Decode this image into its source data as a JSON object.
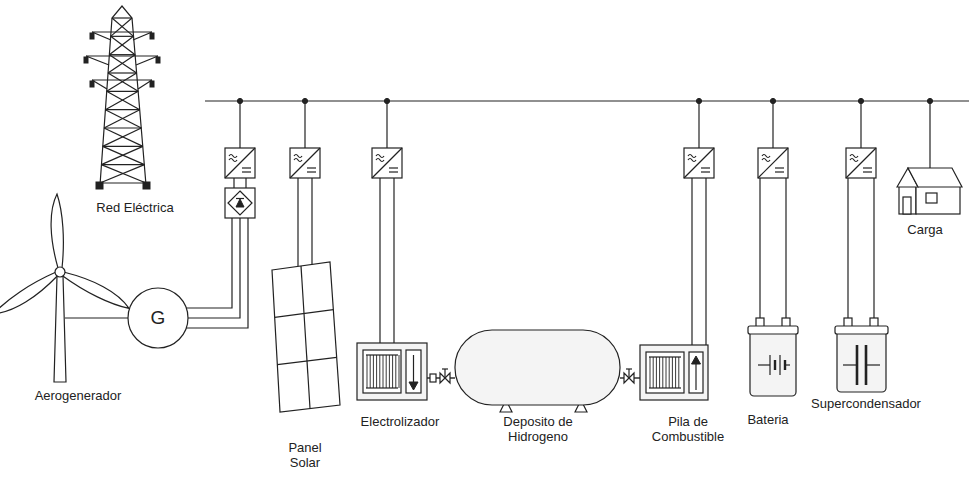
{
  "diagram": {
    "nodes": [
      {
        "text": [
          "Red Eléctrica"
        ]
      },
      {
        "text": [
          "Aerogenerador"
        ]
      },
      {
        "text": [
          "Panel Solar"
        ]
      },
      {
        "text": [
          "Electrolizador"
        ]
      },
      {
        "text": [
          "Deposito de Hidrogeno"
        ]
      },
      {
        "text": [
          "Pila de Combustible"
        ]
      },
      {
        "text": [
          "Bateria"
        ]
      },
      {
        "text": [
          "Supercondensador"
        ]
      },
      {
        "text": [
          "Carga"
        ]
      }
    ],
    "edges": [
      {
        "from": 3,
        "to": 4,
        "arrow": "none"
      },
      {
        "from": 4,
        "to": 5,
        "arrow": "none"
      }
    ],
    "labels": [
      "G"
    ]
  }
}
